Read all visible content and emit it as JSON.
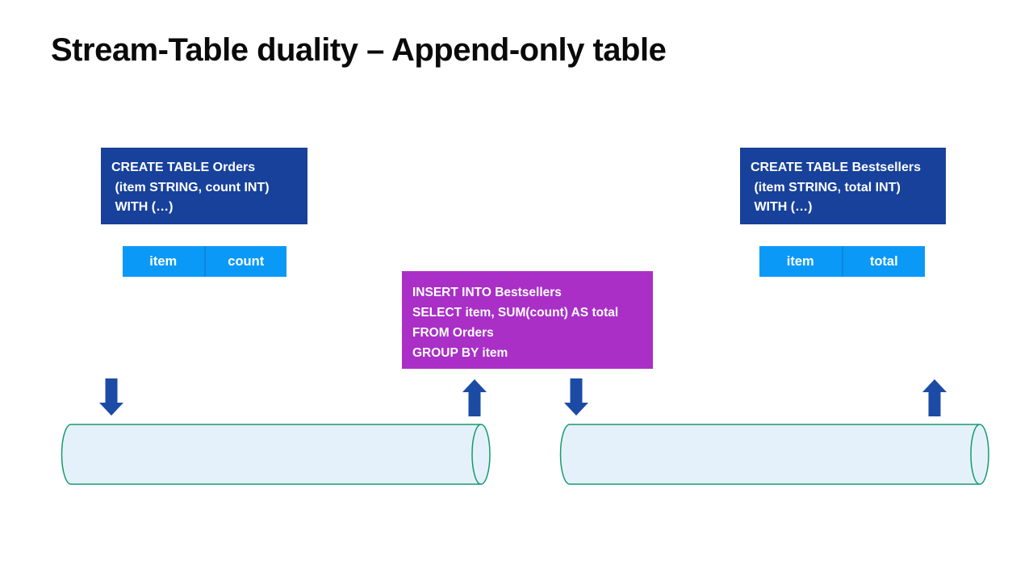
{
  "title": "Stream-Table duality – Append-only table",
  "orders": {
    "sql_lines": [
      "CREATE TABLE Orders",
      " (item STRING, count INT)",
      " WITH (…)"
    ],
    "columns": [
      "item",
      "count"
    ]
  },
  "bestsellers": {
    "sql_lines": [
      "CREATE TABLE Bestsellers",
      " (item STRING, total INT)",
      " WITH (…)"
    ],
    "columns": [
      "item",
      "total"
    ]
  },
  "query": {
    "sql_lines": [
      "INSERT INTO Bestsellers",
      "SELECT item, SUM(count) AS total",
      "FROM Orders",
      "GROUP BY item"
    ]
  },
  "colors": {
    "sql_box_bg": "#17419B",
    "table_header_bg": "#0B99F8",
    "query_box_bg": "#A92FC7",
    "arrow_blue": "#1C4BA5",
    "cylinder_fill": "#E4F1FA",
    "cylinder_stroke": "#169A6B",
    "text_on_dark": "#FFFFFF",
    "title_text": "#0A0A0A"
  }
}
